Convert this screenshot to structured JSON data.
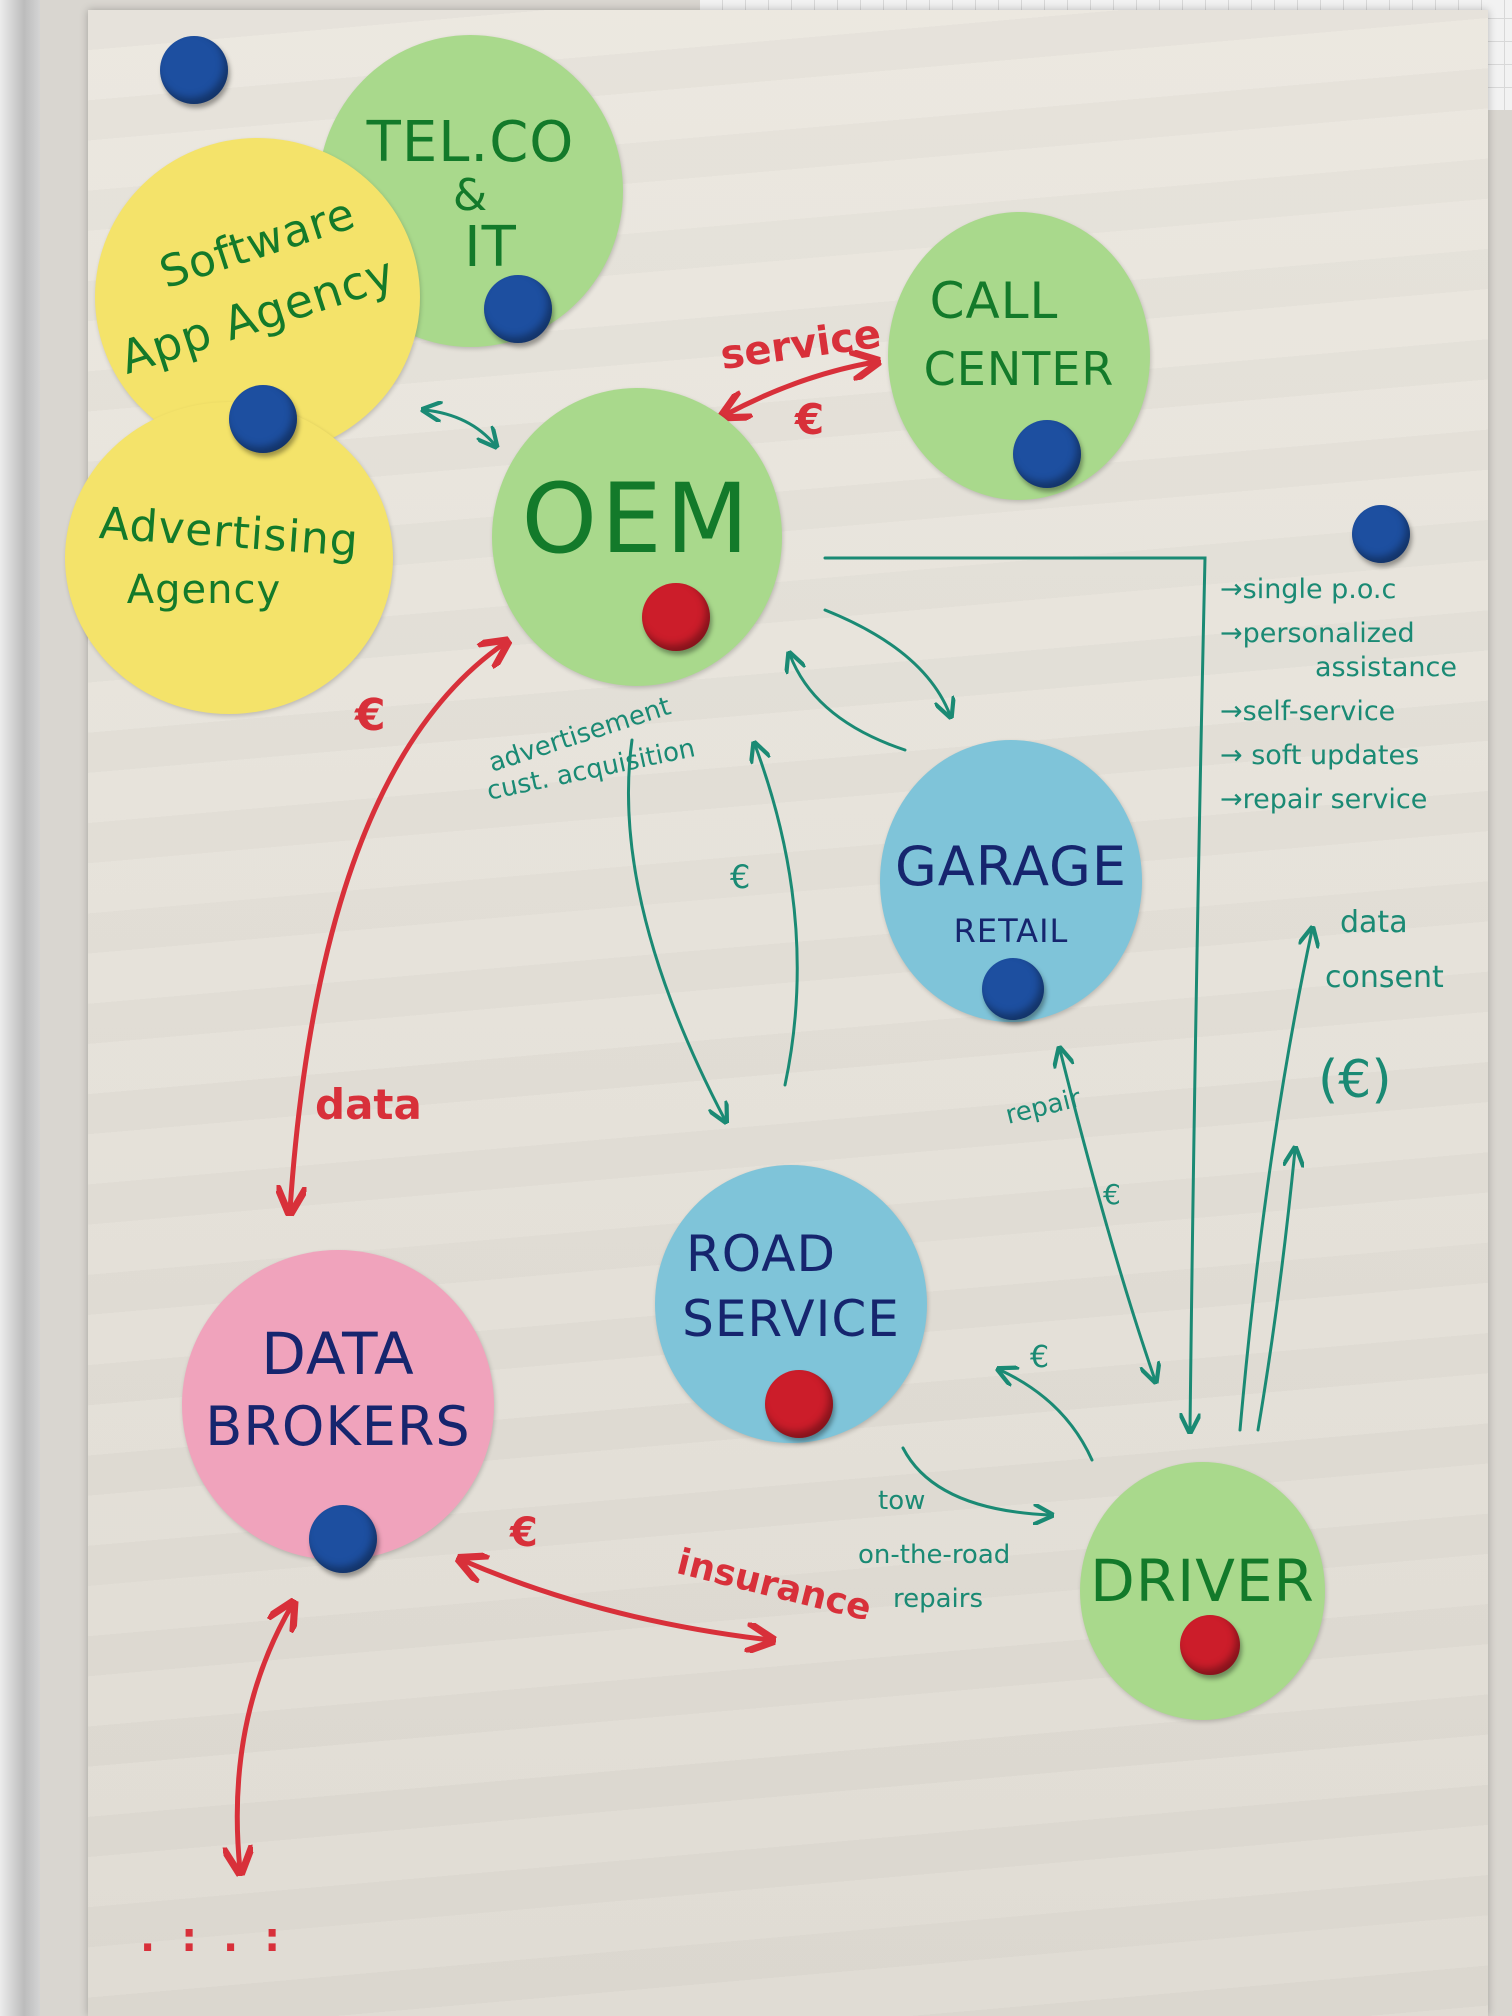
{
  "colors": {
    "green_circle": "#a9d98c",
    "yellow_circle": "#f4e36a",
    "blue_circle": "#7fc4d9",
    "pink_circle": "#f0a3bc",
    "blue_magnet": "#1d4fa0",
    "red_magnet": "#cc1d2a",
    "green_ink": "#1a8a74",
    "red_ink": "#d8303a",
    "navy_ink": "#16256e"
  },
  "nodes": {
    "telco": {
      "line1": "TEL.CO",
      "line2": "&",
      "line3": "IT"
    },
    "software": {
      "line1": "Software",
      "line2": "App Agency"
    },
    "advertising": {
      "line1": "Advertising",
      "line2": "Agency"
    },
    "call_center": {
      "line1": "CALL",
      "line2": "CENTER"
    },
    "oem": {
      "line1": "OEM"
    },
    "garage": {
      "line1": "GARAGE",
      "line2": "RETAIL"
    },
    "road_service": {
      "line1": "ROAD",
      "line2": "SERVICE"
    },
    "data_brokers": {
      "line1": "DATA",
      "line2": "BROKERS"
    },
    "driver": {
      "line1": "DRIVER"
    }
  },
  "edges": {
    "oem_callcenter_service": "service",
    "oem_callcenter_euro": "€",
    "oem_databrokers_euro": "€",
    "oem_databrokers_data": "data",
    "advertisement_line1": "advertisement",
    "advertisement_line2": "cust. acquisition",
    "oem_roadservice_euro": "€",
    "garage_driver_repair": "repair",
    "garage_driver_euro": "€",
    "roadservice_driver_euro": "€",
    "tow_line1": "tow",
    "tow_line2": "on-the-road",
    "tow_line3": "repairs",
    "databrokers_insurance_euro": "€",
    "insurance": "insurance",
    "data_consent_line1": "data",
    "data_consent_line2": "consent",
    "data_consent_euro": "(€)",
    "trailing_dots": ". : . :"
  },
  "benefits": [
    "→single p.o.c",
    "→personalized",
    "assistance",
    "→self-service",
    "→ soft updates",
    "→repair service"
  ]
}
